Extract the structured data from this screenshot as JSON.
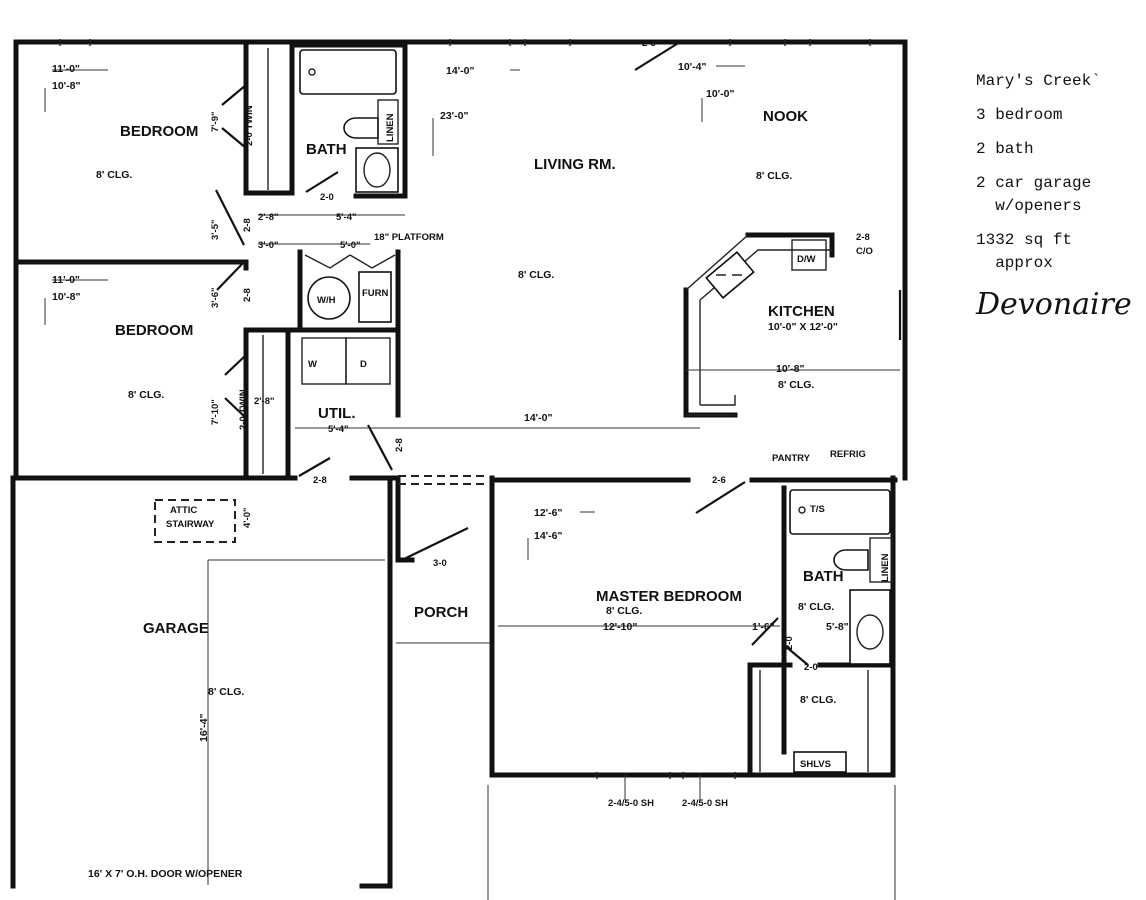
{
  "info": {
    "community": "Mary's Creek`",
    "bedrooms": "3 bedroom",
    "baths": "2 bath",
    "garage_line1": "2 car garage",
    "garage_line2": "  w/openers",
    "area_line1": "1332 sq ft",
    "area_line2": "  approx",
    "model_name": "Devonaire"
  },
  "rooms": {
    "bedroom1": "BEDROOM",
    "bedroom2": "BEDROOM",
    "bath": "BATH",
    "living": "LIVING RM.",
    "nook": "NOOK",
    "kitchen": "KITCHEN",
    "util": "UTIL.",
    "garage": "GARAGE",
    "porch": "PORCH",
    "master": "MASTER BEDROOM",
    "master_bath": "BATH"
  },
  "labels": {
    "br1_w": "11'-0\"",
    "br1_d": "10'-8\"",
    "br1_clg": "8' CLG.",
    "br2_w": "11'-0\"",
    "br2_d": "10'-8\"",
    "br2_clg": "8' CLG.",
    "closet1_h": "7'-9\"",
    "closet1": "2-0 TWIN",
    "closet2_h": "7'-10\"",
    "closet2": "2-0 TWIN",
    "linen": "LINEN",
    "bath_door": "2-0",
    "hall_door1": "2'-8\"",
    "hall_w": "5'-4\"",
    "hall_2_8": "2-8",
    "hall_3_5": "3'-5\"",
    "hall_3_0": "3'-0\"",
    "hall_5_0": "5'-0\"",
    "platform": "18\" PLATFORM",
    "hall_3_6": "3'-6\"",
    "hall_2_8b": "2-8",
    "wh": "W/H",
    "furn": "FURN",
    "washer": "W",
    "dryer": "D",
    "util_2_8": "2'-8\"",
    "util_w": "5'-4\"",
    "util_door": "2-8",
    "util_door2": "2-8",
    "living_w": "14'-0\"",
    "living_d": "23'-0\"",
    "living_clg": "8' CLG.",
    "living_14": "14'-0\"",
    "front_door": "2-8",
    "nook_w": "10'-4\"",
    "nook_d": "10'-0\"",
    "nook_clg": "8' CLG.",
    "co": "2-8",
    "co2": "C/O",
    "dw": "D/W",
    "kitchen_dim": "10'-0\" X 12'-0\"",
    "kitchen_w": "10'-8\"",
    "kitchen_clg": "8' CLG.",
    "pantry": "PANTRY",
    "refrig": "REFRIG",
    "attic1": "ATTIC",
    "attic2": "STAIRWAY",
    "attic_w": "4'-0\"",
    "garage_clg": "8' CLG.",
    "garage_len": "16'-4\"",
    "garage_door": "16' X 7' O.H. DOOR W/OPENER",
    "porch_door": "3-0",
    "master_door": "2-6",
    "master_w": "12'-6\"",
    "master_d": "14'-6\"",
    "master_clg": "8' CLG.",
    "master_12_10": "12'-10\"",
    "master_1_6": "1'-6\"",
    "ts": "T/S",
    "mbath_linen": "LINEN",
    "mbath_clg": "8' CLG.",
    "mbath_5_8": "5'-8\"",
    "mbath_door": "2-0",
    "mbath_door2": "2-0",
    "wic_clg": "8' CLG.",
    "shlvs": "SHLVS",
    "window1": "2-4/5-0 SH",
    "window2": "2-4/5-0 SH"
  }
}
